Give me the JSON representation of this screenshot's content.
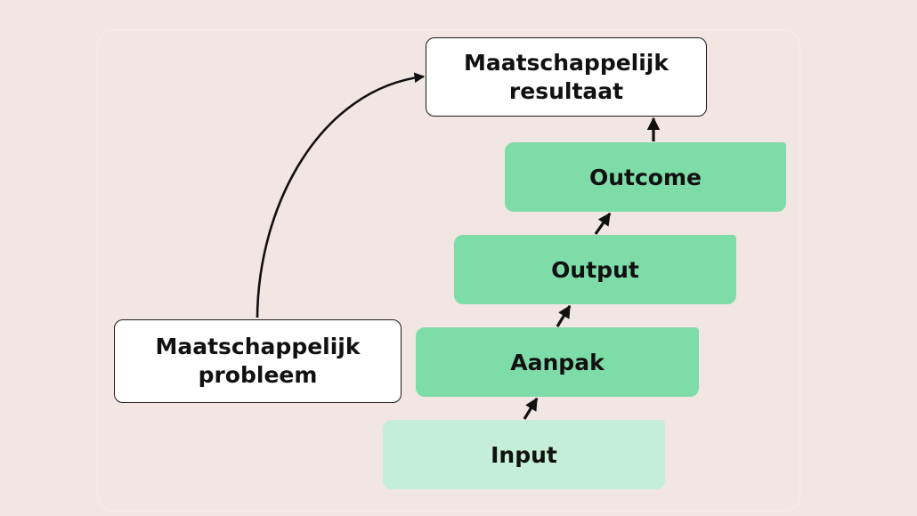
{
  "diagram": {
    "result": "Maatschappelijk resultaat",
    "problem": "Maatschappelijk probleem",
    "steps": [
      {
        "label": "Input"
      },
      {
        "label": "Aanpak"
      },
      {
        "label": "Output"
      },
      {
        "label": "Outcome"
      }
    ]
  },
  "colors": {
    "background": "#f1e6e2",
    "step_dark": "#7edca8",
    "step_light": "#c4eed7",
    "box_fill": "#ffffff",
    "stroke": "#111111"
  }
}
